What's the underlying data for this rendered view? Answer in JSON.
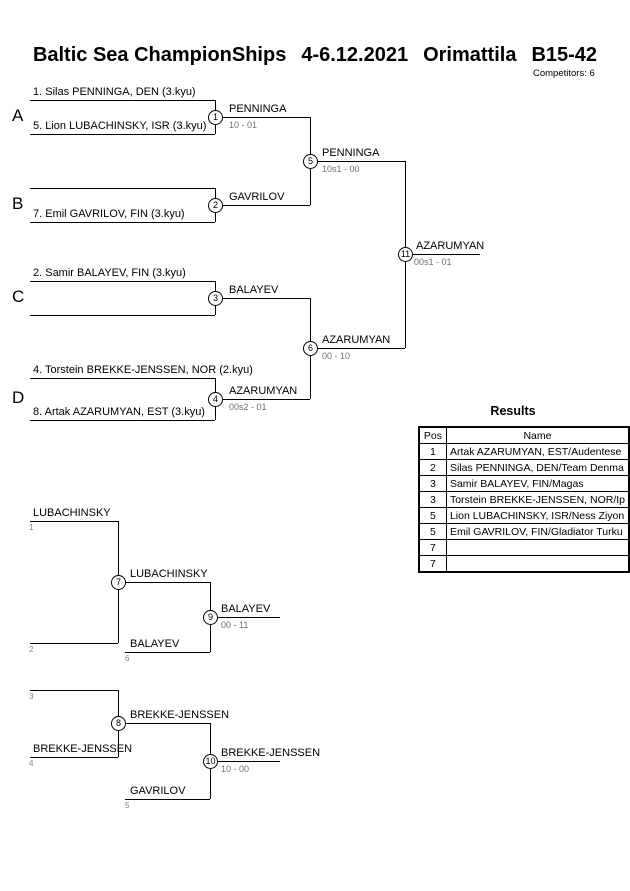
{
  "header": {
    "event": "Baltic Sea ChampionShips",
    "dates": "4-6.12.2021",
    "location": "Orimattila",
    "category": "B15-42",
    "competitors": "Competitors: 6"
  },
  "pools": {
    "a": "A",
    "b": "B",
    "c": "C",
    "d": "D"
  },
  "slots": {
    "penninga": "1. Silas PENNINGA, DEN (3.kyu)",
    "lubachinsky": "5. Lion LUBACHINSKY, ISR (3.kyu)",
    "gavrilov": "7. Emil GAVRILOV, FIN (3.kyu)",
    "balayev": "2. Samir BALAYEV, FIN (3.kyu)",
    "brekke_jenssen": "4. Torstein BREKKE-JENSSEN, NOR (2.kyu)",
    "azarumyan": "8. Artak AZARUMYAN, EST (3.kyu)"
  },
  "matches": {
    "m1": {
      "no": "1",
      "winner": "PENNINGA",
      "score": "10 - 01"
    },
    "m2": {
      "no": "2",
      "winner": "GAVRILOV"
    },
    "m3": {
      "no": "3",
      "winner": "BALAYEV"
    },
    "m4": {
      "no": "4",
      "winner": "AZARUMYAN",
      "score": "00s2 - 01"
    },
    "m5": {
      "no": "5",
      "winner": "PENNINGA",
      "score": "10s1 - 00"
    },
    "m6": {
      "no": "6",
      "winner": "AZARUMYAN",
      "score": "00 - 10"
    },
    "m7": {
      "no": "7",
      "winner": "LUBACHINSKY"
    },
    "m8": {
      "no": "8",
      "winner": "BREKKE-JENSSEN"
    },
    "m9": {
      "no": "9",
      "winner": "BALAYEV",
      "score": "00 - 11"
    },
    "m10": {
      "no": "10",
      "winner": "BREKKE-JENSSEN",
      "score": "10 - 00"
    },
    "m11": {
      "no": "11",
      "winner": "AZARUMYAN",
      "score": "00s1 - 01"
    }
  },
  "repechage": {
    "r1_top_name": "LUBACHINSKY",
    "r1_seed_top": "1",
    "r1_seed_bottom": "2",
    "r1_semi_loser_name": "BALAYEV",
    "r1_semi_loser_seed": "6",
    "r2_seed_top": "3",
    "r2_bottom_name": "BREKKE-JENSSEN",
    "r2_seed_bottom": "4",
    "r2_semi_loser_name": "GAVRILOV",
    "r2_semi_loser_seed": "5"
  },
  "results": {
    "title": "Results",
    "columns": [
      "Pos",
      "Name"
    ],
    "rows": [
      {
        "pos": "1",
        "name": "Artak AZARUMYAN, EST/Audentese"
      },
      {
        "pos": "2",
        "name": "Silas PENNINGA, DEN/Team Denma"
      },
      {
        "pos": "3",
        "name": "Samir BALAYEV, FIN/Magas"
      },
      {
        "pos": "3",
        "name": "Torstein BREKKE-JENSSEN, NOR/Ip"
      },
      {
        "pos": "5",
        "name": "Lion LUBACHINSKY, ISR/Ness Ziyon"
      },
      {
        "pos": "5",
        "name": "Emil GAVRILOV, FIN/Gladiator Turku"
      },
      {
        "pos": "7",
        "name": ""
      },
      {
        "pos": "7",
        "name": ""
      }
    ]
  }
}
